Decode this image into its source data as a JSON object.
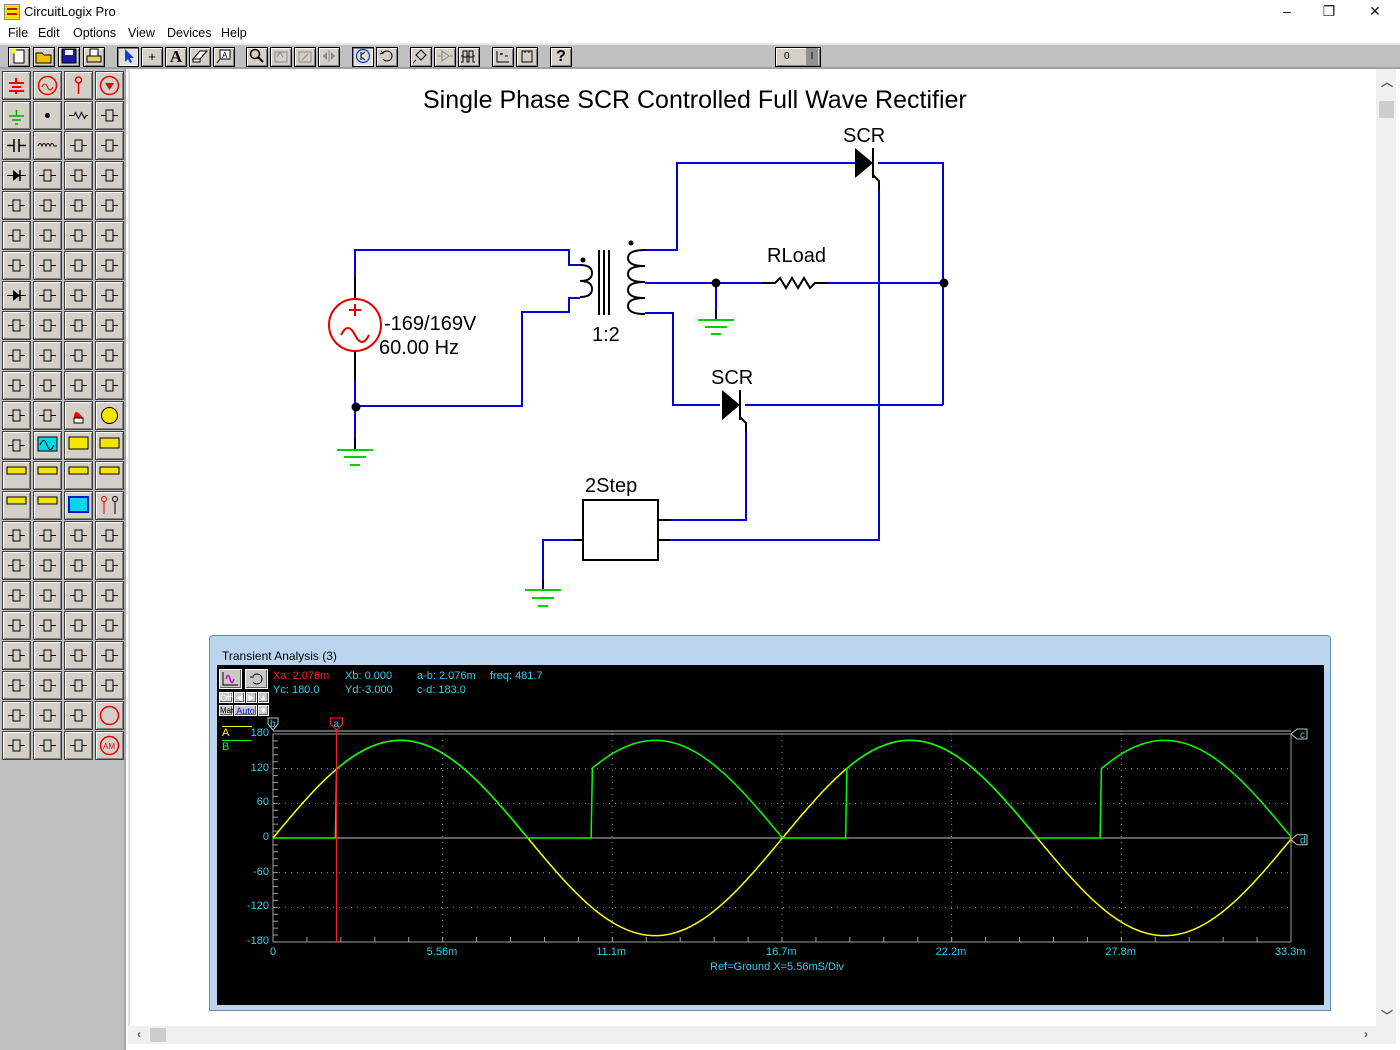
{
  "window": {
    "title": "CircuitLogix Pro",
    "controls": {
      "minimize": "–",
      "restore": "❐",
      "close": "✕"
    }
  },
  "menu": [
    "File",
    "Edit",
    "Options",
    "View",
    "Devices",
    "Help"
  ],
  "toolbar": {
    "buttons": [
      {
        "name": "new-file",
        "icon": "new-file-icon"
      },
      {
        "name": "open-file",
        "icon": "open-folder-icon"
      },
      {
        "name": "save",
        "icon": "floppy-disk-icon"
      },
      {
        "name": "print",
        "icon": "printer-icon"
      },
      {
        "name": "select",
        "icon": "arrow-pointer-icon"
      },
      {
        "name": "wire",
        "icon": "crosshair-icon"
      },
      {
        "name": "text",
        "icon": "text-A-icon"
      },
      {
        "name": "erase",
        "icon": "eraser-icon"
      },
      {
        "name": "label",
        "icon": "label-tag-icon"
      },
      {
        "name": "zoom",
        "icon": "magnifier-icon"
      },
      {
        "name": "rotate",
        "icon": "rotate-icon"
      },
      {
        "name": "flip",
        "icon": "flip-icon"
      },
      {
        "name": "mirror",
        "icon": "mirror-icon"
      },
      {
        "name": "simulate",
        "icon": "transistor-circle-icon"
      },
      {
        "name": "reset",
        "icon": "reset-circle-icon"
      },
      {
        "name": "probe",
        "icon": "probe-icon"
      },
      {
        "name": "logic",
        "icon": "buffer-gate-icon"
      },
      {
        "name": "digital",
        "icon": "pulse-train-icon"
      },
      {
        "name": "analysis",
        "icon": "graph-icon"
      },
      {
        "name": "component",
        "icon": "chip-icon"
      },
      {
        "name": "help",
        "icon": "question-icon",
        "label": "?"
      }
    ],
    "power_switch": {
      "off_label": "0",
      "on_label": "I"
    },
    "text_label": "A",
    "help_label": "?"
  },
  "palette": {
    "rows": [
      [
        "dc-source",
        "ac-source",
        "terminal-red",
        "current-source"
      ],
      [
        "ground",
        "junction-dot",
        "resistor",
        "potentiometer"
      ],
      [
        "capacitor",
        "inductor",
        "transformer",
        "transformer-tapped"
      ],
      [
        "diode",
        "bridge-rectifier",
        "zener-diode",
        "schottky-diode"
      ],
      [
        "led",
        "optocoupler",
        "npn-transistor",
        "pnp-transistor"
      ],
      [
        "darlington",
        "ujt",
        "jfet-n",
        "jfet-p"
      ],
      [
        "mosfet-n-depl",
        "mosfet-p-depl",
        "mosfet-n-enh",
        "mosfet-p-enh"
      ],
      [
        "scr",
        "triac",
        "diac",
        "igbt"
      ],
      [
        "opamp",
        "opamp-5pin",
        "and-gate",
        "or-gate"
      ],
      [
        "not-gate",
        "nand-gate",
        "nor-gate",
        "xor-gate"
      ],
      [
        "sr-flipflop",
        "sr-latch",
        "jk-flipflop",
        "jk-flipflop-clr"
      ],
      [
        "d-flipflop",
        "timer-555",
        "lamp-red",
        "bulb"
      ],
      [
        "seven-segment",
        "oscilloscope",
        "logic-analyzer",
        "word-generator"
      ],
      [
        "multimeter",
        "dc-voltmeter",
        "dc-ammeter",
        "ohmmeter"
      ],
      [
        "ac-voltmeter",
        "ac-ammeter",
        "monitor",
        "probe-pins"
      ],
      [
        "spdt-switch",
        "fuse",
        "spst-switch",
        "push-switch"
      ],
      [
        "push-button-no",
        "push-button-nc",
        "relay-contact-no",
        "relay-contact-nc"
      ],
      [
        "relay-coil",
        "crystal",
        "coil-circle",
        "motor"
      ],
      [
        "speaker",
        "thermistor",
        "lamp-cross",
        "bidirectional-switch"
      ],
      [
        "integrator",
        "differentiator",
        "gain-block",
        "summer"
      ],
      [
        "comparator",
        "limiter",
        "voltage-controlled-switch",
        "current-controlled-switch"
      ],
      [
        "vcvs",
        "cccs",
        "vco",
        "fm-source"
      ],
      [
        "ac-voltage-controlled",
        "square-wave-source",
        "pulse-source",
        "am-source"
      ]
    ]
  },
  "circuit": {
    "title": "Single Phase SCR Controlled Full Wave Rectifier",
    "source": {
      "amplitude": "-169/169V",
      "frequency": "60.00  Hz"
    },
    "transformer": {
      "ratio": "1:2"
    },
    "load": {
      "label": "RLoad"
    },
    "scr_top": {
      "label": "SCR"
    },
    "scr_bottom": {
      "label": "SCR"
    },
    "pulse_gen": {
      "label": "2Step"
    },
    "colors": {
      "wire": "#0000e0",
      "source": "#e00000",
      "ground": "#00d000",
      "component": "#000000"
    }
  },
  "transient_analysis": {
    "title": "Transient Analysis (3)",
    "controls": {
      "off": "Off",
      "man": "Man",
      "auto": "Auto"
    },
    "readouts": {
      "xa": "Xa: 2.076m",
      "xb": "Xb: 0.000",
      "a_b": "a-b: 2.076m",
      "freq": "freq: 481.7",
      "yc": "Yc: 180.0",
      "yd": "Yd:-3.000",
      "c_d": "c-d: 183.0"
    },
    "cursor_labels": {
      "a": "a",
      "b": "b",
      "c": "c",
      "d": "d"
    },
    "footer": "Ref=Ground  X=5.56mS/Div"
  },
  "chart_data": {
    "type": "line",
    "title": "Transient Analysis (3)",
    "xlabel": "Ref=Ground  X=5.56mS/Div",
    "ylabel": "",
    "x_unit": "s",
    "xlim": [
      0,
      0.0333
    ],
    "ylim": [
      -180,
      180
    ],
    "x_ticks": [
      "0",
      "5.56m",
      "11.1m",
      "16.7m",
      "22.2m",
      "27.8m",
      "33.3m"
    ],
    "y_ticks": [
      "180",
      "120",
      "60",
      "0",
      "-60",
      "-120",
      "-180"
    ],
    "grid": true,
    "legend": "top-left",
    "series": [
      {
        "name": "A",
        "color": "#ffff00",
        "description": "input sine, 169 V peak, 60 Hz",
        "x": [
          0,
          0.00139,
          0.00278,
          0.00417,
          0.00556,
          0.00694,
          0.00833,
          0.00972,
          0.01111,
          0.0125,
          0.01389,
          0.01528,
          0.01667,
          0.01806,
          0.01944,
          0.02083,
          0.02222,
          0.02361,
          0.025,
          0.02639,
          0.02778,
          0.02917,
          0.03056,
          0.03194,
          0.0333
        ],
        "y": [
          0,
          84.5,
          146.4,
          169,
          146.4,
          84.5,
          0,
          -84.5,
          -146.4,
          -169,
          -146.4,
          -84.5,
          0,
          84.5,
          146.4,
          169,
          146.4,
          84.5,
          0,
          -84.5,
          -146.4,
          -169,
          -146.4,
          -84.5,
          0
        ]
      },
      {
        "name": "B",
        "color": "#00ff00",
        "description": "SCR-controlled full-wave output, firing at 2.076 ms each half cycle",
        "x": [
          0,
          0.002076,
          0.002076,
          0.00278,
          0.00417,
          0.00556,
          0.00694,
          0.00833,
          0.010409,
          0.010409,
          0.01111,
          0.0125,
          0.01389,
          0.01528,
          0.01667,
          0.018743,
          0.018743,
          0.01944,
          0.02083,
          0.02222,
          0.02361,
          0.025,
          0.027076,
          0.027076,
          0.02778,
          0.02917,
          0.03056,
          0.03194,
          0.0333
        ],
        "y": [
          0,
          0,
          119.2,
          146.4,
          169,
          146.4,
          84.5,
          0,
          0,
          119.2,
          146.4,
          169,
          146.4,
          84.5,
          0,
          0,
          119.2,
          146.4,
          169,
          146.4,
          84.5,
          0,
          0,
          119.2,
          146.4,
          169,
          146.4,
          84.5,
          0
        ]
      }
    ],
    "cursors": {
      "a_x": 0.002076,
      "b_x": 0,
      "c_y": 180,
      "d_y": -3
    }
  }
}
